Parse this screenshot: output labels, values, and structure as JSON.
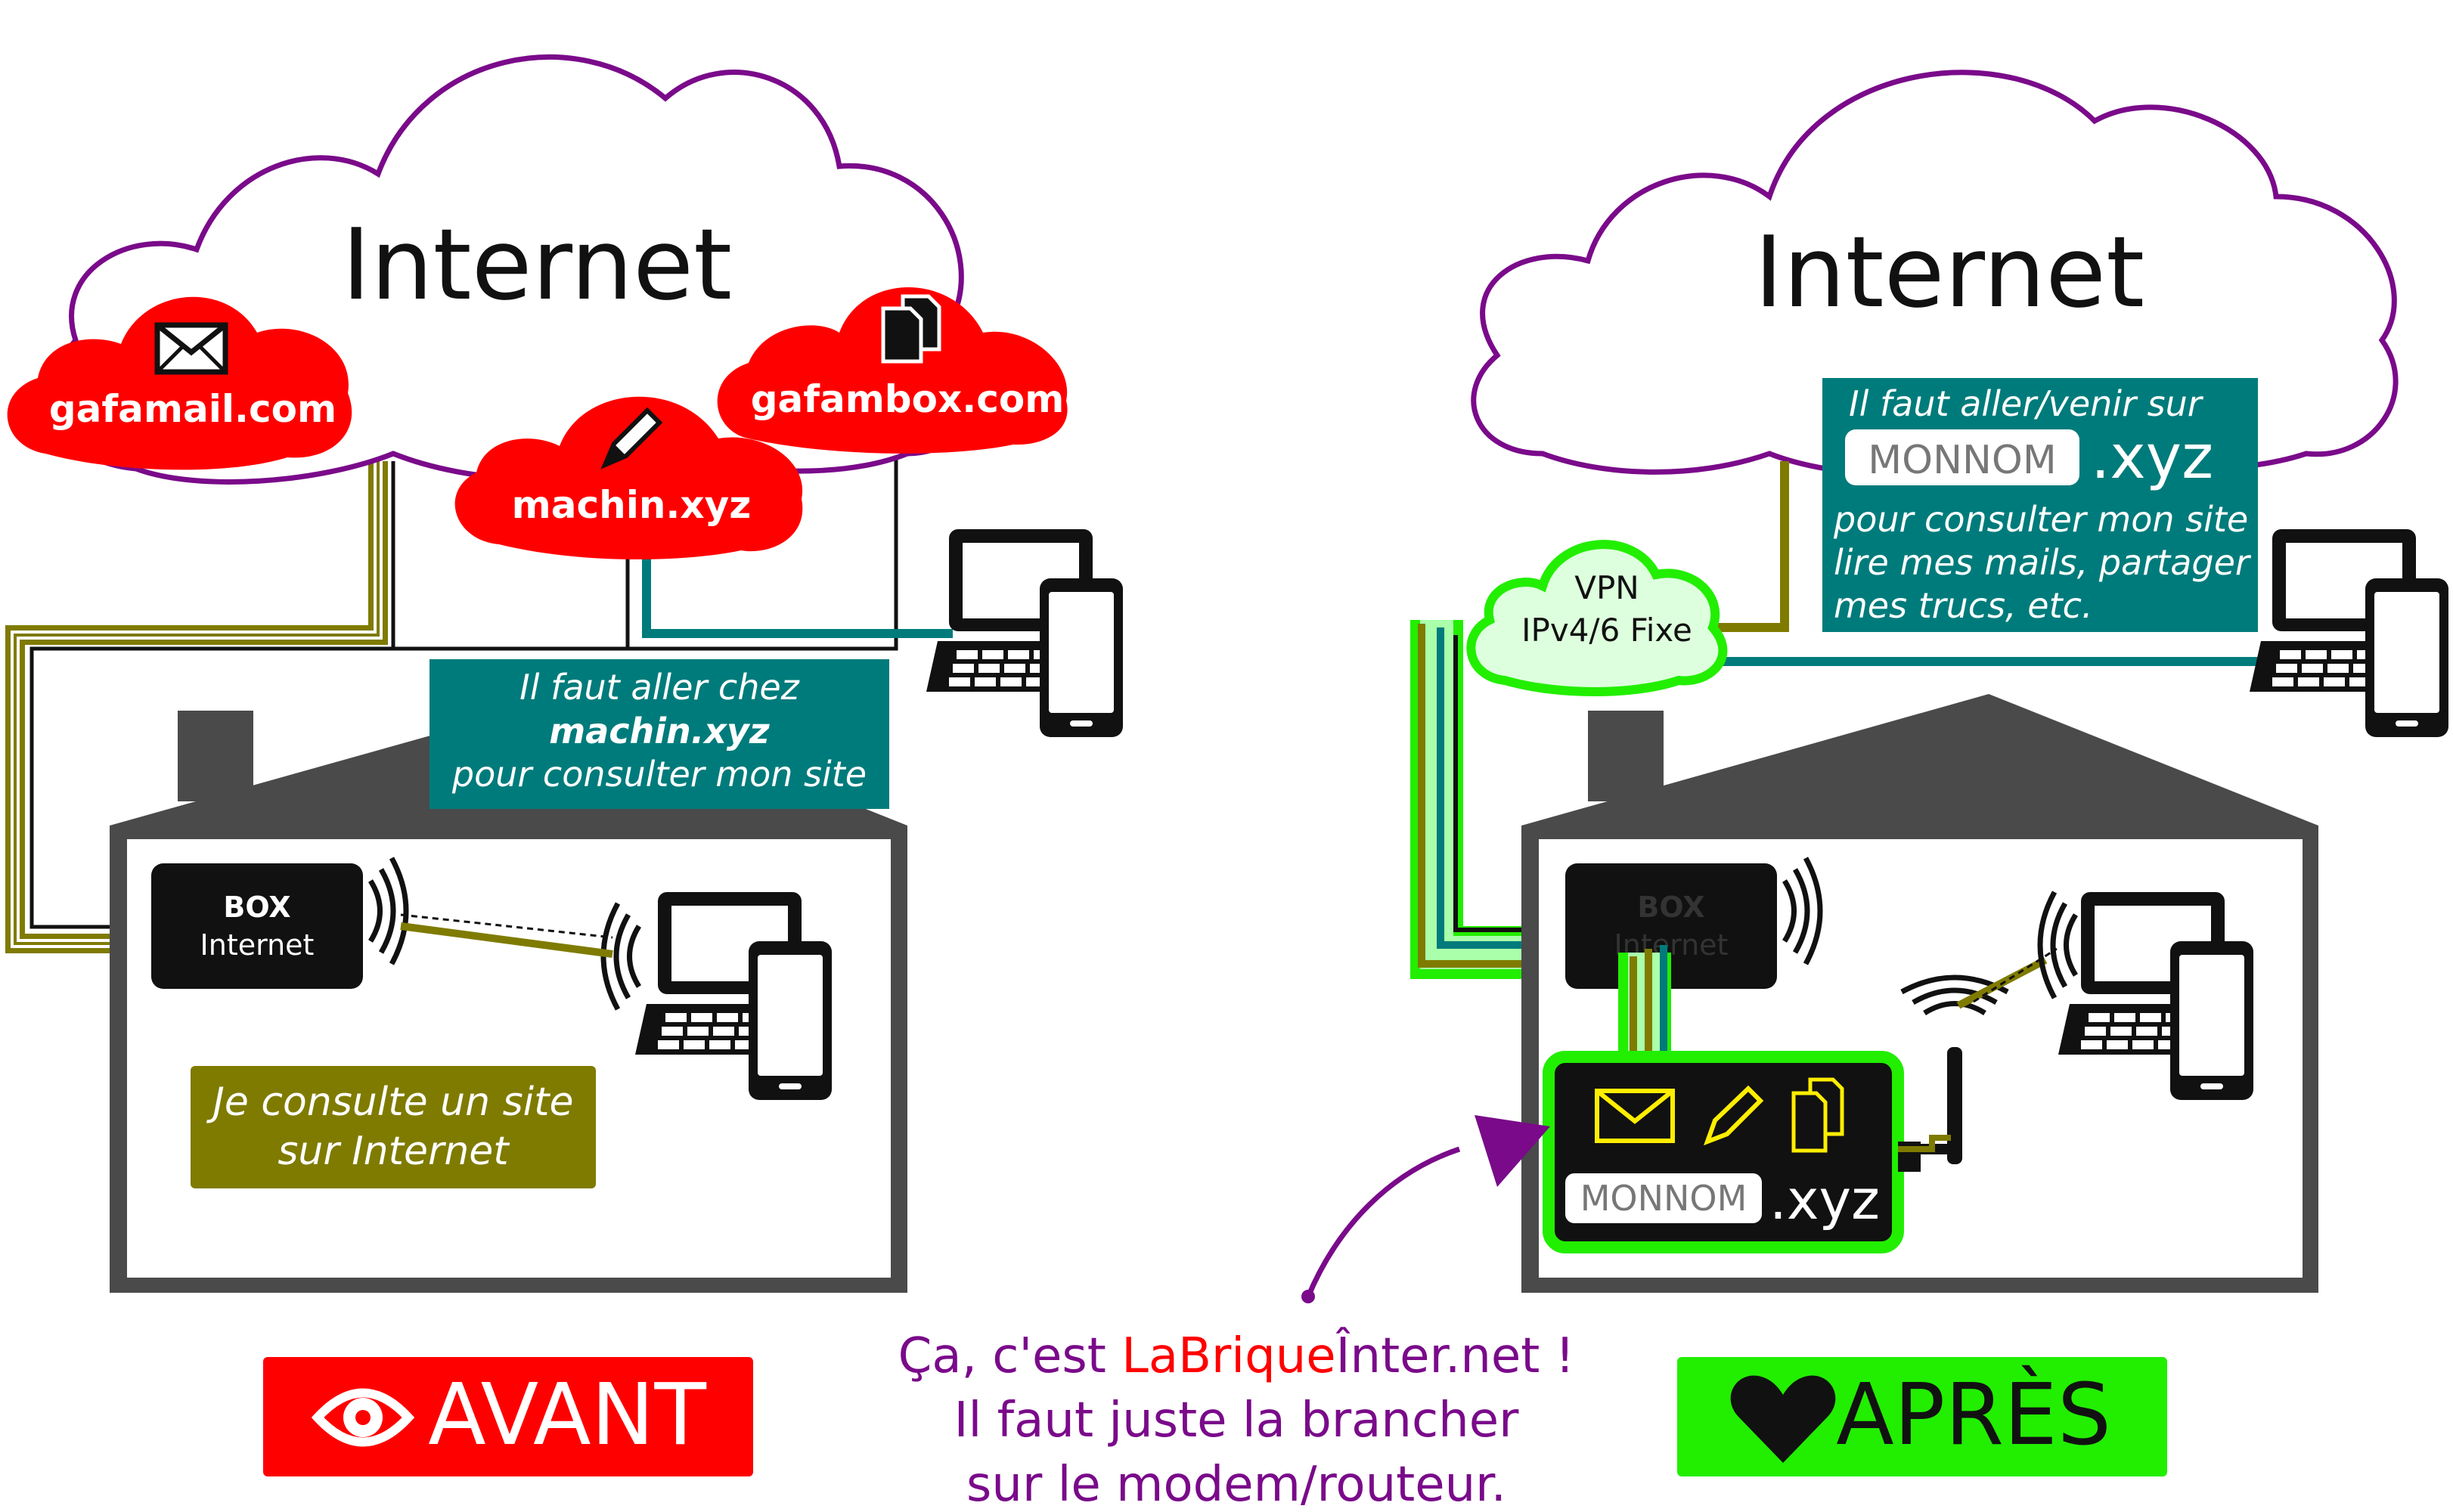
{
  "colors": {
    "cloud_stroke": "#7a0a8a",
    "red": "#ff0000",
    "teal": "#007b7b",
    "olive": "#7f7b00",
    "house": "#4a4a4a",
    "green": "#22ee00",
    "purple": "#7a0a8a",
    "yellow": "#ffee00"
  },
  "left": {
    "cloud_title": "Internet",
    "services": [
      "gafamail.com",
      "machin.xyz",
      "gafambox.com"
    ],
    "note": {
      "line1": "Il faut aller chez",
      "line2": "machin.xyz",
      "line3": "pour consulter mon site"
    },
    "box": {
      "line1": "BOX",
      "line2": "Internet"
    },
    "olive_note": {
      "line1": "Je consulte un site",
      "line2": "sur Internet"
    },
    "button": "AVANT"
  },
  "right": {
    "cloud_title": "Internet",
    "note": {
      "line1": "Il faut aller/venir sur",
      "name": "MONNOM",
      "tld": ".xyz",
      "line3": "pour consulter mon site",
      "line4": "lire mes mails, partager",
      "line5": "mes trucs, etc."
    },
    "vpn": {
      "line1": "VPN",
      "line2": "IPv4/6 Fixe"
    },
    "box": {
      "line1": "BOX",
      "line2": "Internet"
    },
    "brick": {
      "name": "MONNOM",
      "tld": ".xyz"
    },
    "button": "APRÈS"
  },
  "caption": {
    "prefix": "Ça, c'est ",
    "brand_red": "LaBrique",
    "brand_rest": "Înter.net !",
    "line2": "Il faut juste la brancher",
    "line3": "sur le modem/routeur."
  },
  "icons": [
    "mail-icon",
    "pencil-icon",
    "documents-icon",
    "eye-icon",
    "heart-icon",
    "wifi-icon",
    "laptop-icon",
    "phone-icon"
  ]
}
